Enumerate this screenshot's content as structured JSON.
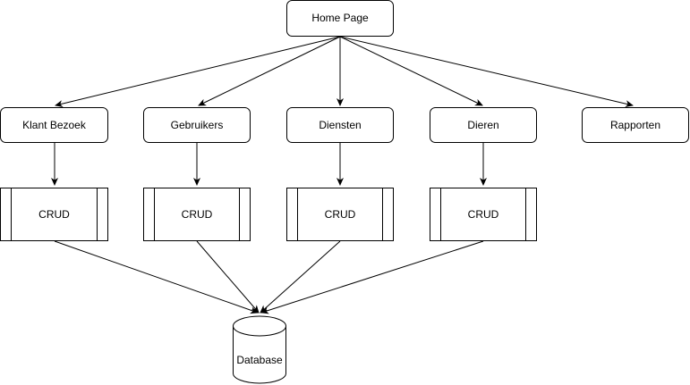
{
  "diagram": {
    "home": {
      "label": "Home Page"
    },
    "sections": [
      {
        "id": "klant-bezoek",
        "label": "Klant Bezoek"
      },
      {
        "id": "gebruikers",
        "label": "Gebruikers"
      },
      {
        "id": "diensten",
        "label": "Diensten"
      },
      {
        "id": "dieren",
        "label": "Dieren"
      },
      {
        "id": "rapporten",
        "label": "Rapporten"
      }
    ],
    "crud": [
      {
        "label": "CRUD"
      },
      {
        "label": "CRUD"
      },
      {
        "label": "CRUD"
      },
      {
        "label": "CRUD"
      }
    ],
    "database": {
      "label": "Database"
    }
  },
  "colors": {
    "stroke": "#000000",
    "fill": "#ffffff"
  }
}
